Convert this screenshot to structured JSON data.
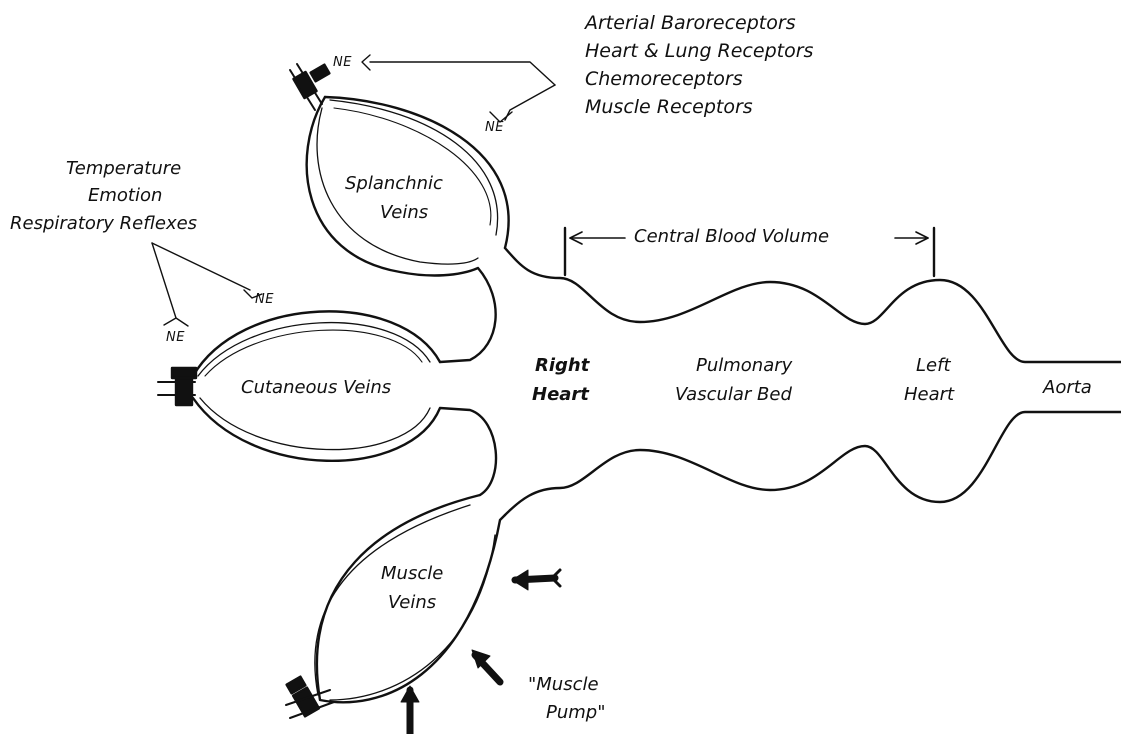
{
  "labels": {
    "receptors": [
      "Arterial Baroreceptors",
      "Heart & Lung Receptors",
      "Chemoreceptors",
      "Muscle Receptors"
    ],
    "reflexes": [
      "Temperature",
      "Emotion",
      "Respiratory   Reflexes"
    ],
    "ne": "NE",
    "splanchnic_veins": [
      "Splanchnic",
      "Veins"
    ],
    "cutaneous_veins": "Cutaneous   Veins",
    "muscle_veins": [
      "Muscle",
      "Veins"
    ],
    "right_heart": [
      "Right",
      "Heart"
    ],
    "pulmonary_bed": [
      "Pulmonary",
      "Vascular Bed"
    ],
    "left_heart": [
      "Left",
      "Heart"
    ],
    "aorta": "Aorta",
    "central_blood_volume": "Central Blood Volume",
    "muscle_pump": [
      "\"Muscle",
      "Pump\""
    ]
  },
  "colors": {
    "ink": "#111111",
    "background": "#ffffff"
  }
}
